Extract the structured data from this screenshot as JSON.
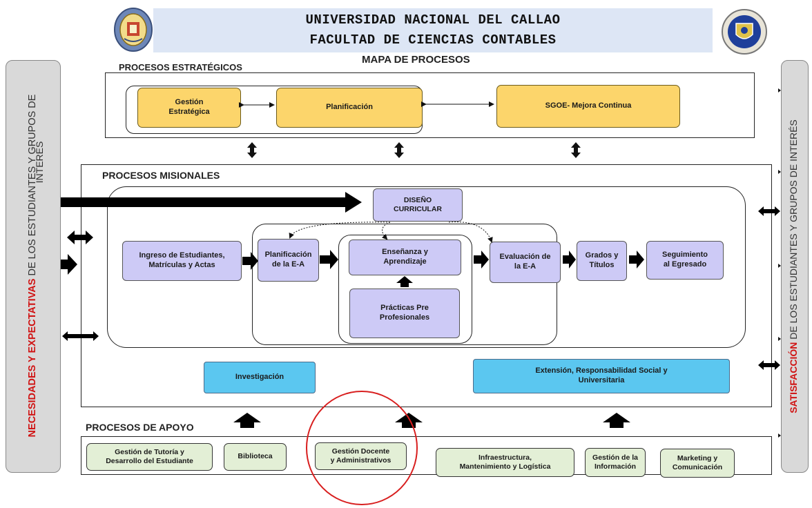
{
  "header": {
    "university": "UNIVERSIDAD NACIONAL DEL CALLAO",
    "faculty": "FACULTAD DE CIENCIAS CONTABLES",
    "map_title": "MAPA DE PROCESOS"
  },
  "left_panel": {
    "emphasis": "NECESIDADES Y EXPECTATIVAS",
    "line1_rest": " DE LOS ESTUDIANTES Y GRUPOS DE",
    "line2": "INTERÉS"
  },
  "right_panel": {
    "emphasis": "SATISFACCIÓN",
    "rest": " DE LOS ESTUDIANTES Y GRUPOS DE INTERÉS"
  },
  "strategic": {
    "title": "PROCESOS ESTRATÉGICOS",
    "gestion": [
      "Gestión",
      "Estratégica"
    ],
    "planificacion": "Planificación",
    "sgoe": "SGOE- Mejora Continua"
  },
  "missional": {
    "title": "PROCESOS MISIONALES",
    "diseno": [
      "DISEÑO",
      "CURRICULAR"
    ],
    "ingreso": [
      "Ingreso de Estudiantes,",
      "Matrículas y Actas"
    ],
    "planificacion_ea": [
      "Planificación",
      "de la E-A"
    ],
    "ensenanza": [
      "Enseñanza y",
      "Aprendizaje"
    ],
    "practicas": [
      "Prácticas Pre",
      "Profesionales"
    ],
    "evaluacion": [
      "Evaluación de",
      "la E-A"
    ],
    "grados": [
      "Grados y",
      "Títulos"
    ],
    "seguimiento": [
      "Seguimiento",
      "al Egresado"
    ],
    "investigacion": "Investigación",
    "extension": [
      "Extensión, Responsabilidad Social y",
      "Universitaria"
    ]
  },
  "support": {
    "title": "PROCESOS DE APOYO",
    "tutoria": [
      "Gestión de Tutoría y",
      "Desarrollo del Estudiante"
    ],
    "biblioteca": "Biblioteca",
    "docente": [
      "Gestión Docente",
      "y Administrativos"
    ],
    "infraestructura": [
      "Infraestructura,",
      "Mantenimiento y Logística"
    ],
    "informacion": [
      "Gestión de la",
      "Información"
    ],
    "marketing": [
      "Marketing y",
      "Comunicación"
    ]
  },
  "colors": {
    "strategic_box": "#fcd56b",
    "missional_box": "#cdcaf6",
    "research_box": "#5bc7f0",
    "support_box": "#e3efd6",
    "highlight_circle": "#d81e1e",
    "side_panel": "#d9d9d9",
    "emphasis_text": "#d01414"
  },
  "icons": {
    "left_logo": "university-seal-icon",
    "right_logo": "faculty-shield-icon"
  }
}
